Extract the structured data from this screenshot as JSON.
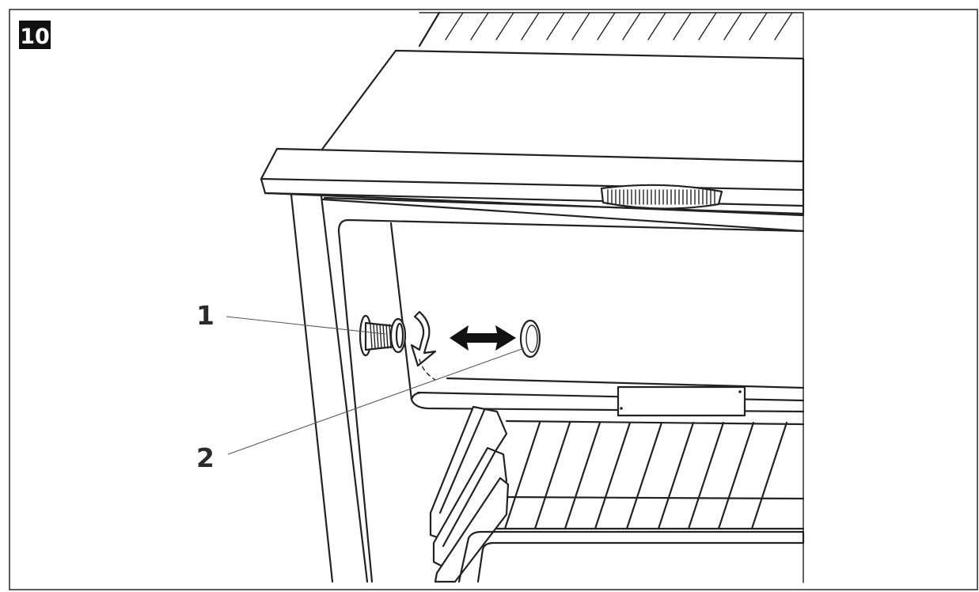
{
  "figure": {
    "step_number": "10",
    "callouts": [
      {
        "label": "1"
      },
      {
        "label": "2"
      }
    ]
  },
  "colors": {
    "line": "#222222",
    "badge_background": "#111111",
    "background": "#ffffff"
  }
}
